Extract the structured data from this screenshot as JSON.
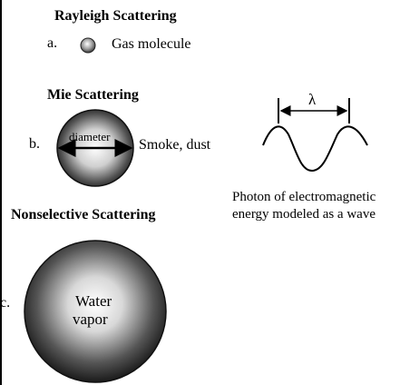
{
  "sections": {
    "rayleigh": {
      "title": "Rayleigh Scattering",
      "letter": "a.",
      "particle": "Gas molecule"
    },
    "mie": {
      "title": "Mie Scattering",
      "letter": "b.",
      "particle": "Smoke, dust",
      "measure": "diameter"
    },
    "nonselective": {
      "title": "Nonselective Scattering",
      "letter": "c.",
      "particle_line1": "Water",
      "particle_line2": "vapor"
    }
  },
  "wave": {
    "symbol": "λ",
    "caption_line1": "Photon of electromagnetic",
    "caption_line2": "energy modeled as a wave"
  },
  "colors": {
    "ink": "#000000",
    "sphere_light": "#ffffff",
    "sphere_dark": "#1a1a1a"
  }
}
